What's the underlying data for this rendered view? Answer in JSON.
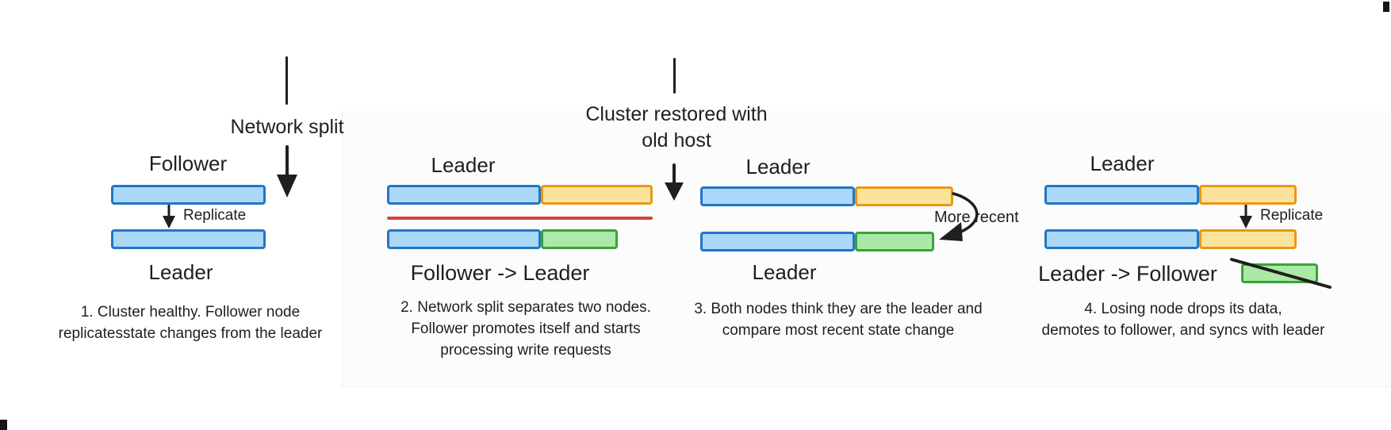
{
  "colors": {
    "blue_fill": "#ABD7F8",
    "blue_border": "#2176C5",
    "orange_fill": "#FBE39B",
    "orange_border": "#EB9714",
    "green_fill": "#ACE8A6",
    "green_border": "#3AA23A",
    "red_divider": "#D94040",
    "ink": "#1F1F1F"
  },
  "annotations": {
    "network_split": {
      "label": "Network split"
    },
    "cluster_restored": {
      "line1": "Cluster restored with",
      "line2": "old host"
    },
    "more_recent": {
      "label": "More recent"
    }
  },
  "panels": [
    {
      "top_label": "Follower",
      "replicate_label": "Replicate",
      "bottom_label": "Leader",
      "caption_lines": [
        "1. Cluster healthy. Follower node",
        "replicatesstate changes from the leader"
      ]
    },
    {
      "top_label": "Leader",
      "bottom_label": "Follower -> Leader",
      "caption_lines": [
        "2. Network split separates two nodes.",
        "Follower promotes itself and starts",
        "processing write requests"
      ]
    },
    {
      "top_label": "Leader",
      "bottom_label": "Leader",
      "caption_lines": [
        "3. Both nodes think they are the leader and",
        "compare most recent state change"
      ]
    },
    {
      "top_label": "Leader",
      "replicate_label": "Replicate",
      "bottom_label": "Leader -> Follower",
      "caption_lines": [
        "4. Losing node drops its data,",
        "demotes to follower, and syncs with leader"
      ]
    }
  ]
}
